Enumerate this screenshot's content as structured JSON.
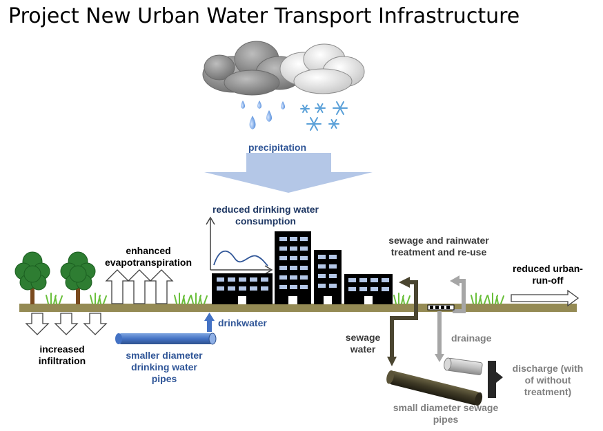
{
  "title": "Project New Urban Water Transport Infrastructure",
  "labels": {
    "precipitation": "precipitation",
    "reduced_consumption_1": "reduced drinking water",
    "reduced_consumption_2": "consumption",
    "evapo_1": "enhanced",
    "evapo_2": "evapotranspiration",
    "sewage_rain_1": "sewage and rainwater",
    "sewage_rain_2": "treatment and re-use",
    "runoff_1": "reduced urban-",
    "runoff_2": "run-off",
    "infiltration_1": "increased",
    "infiltration_2": "infiltration",
    "drinkwater": "drinkwater",
    "pipes_1": "smaller diameter",
    "pipes_2": "drinking water",
    "pipes_3": "pipes",
    "sewage_water_1": "sewage",
    "sewage_water_2": "water",
    "drainage": "drainage",
    "discharge_1": "discharge (with",
    "discharge_2": "of without",
    "discharge_3": "treatment)",
    "sewage_pipes_1": "small diameter sewage",
    "sewage_pipes_2": "pipes"
  },
  "colors": {
    "ground": "#948a54",
    "drinking_pipe": "#4472c4",
    "sewage": "#4a4530",
    "drainage": "#a6a6a6",
    "precip_arrow": "#b4c7e7",
    "building": "#000000",
    "window": "#b4c7e7",
    "tree": "#2e7d32",
    "trunk": "#7a4a1e",
    "grass": "#6abf3b"
  },
  "icons": [
    "cloud-icon",
    "raindrop-icon",
    "snowflake-icon",
    "tree-icon",
    "grass-icon",
    "building-icon"
  ]
}
